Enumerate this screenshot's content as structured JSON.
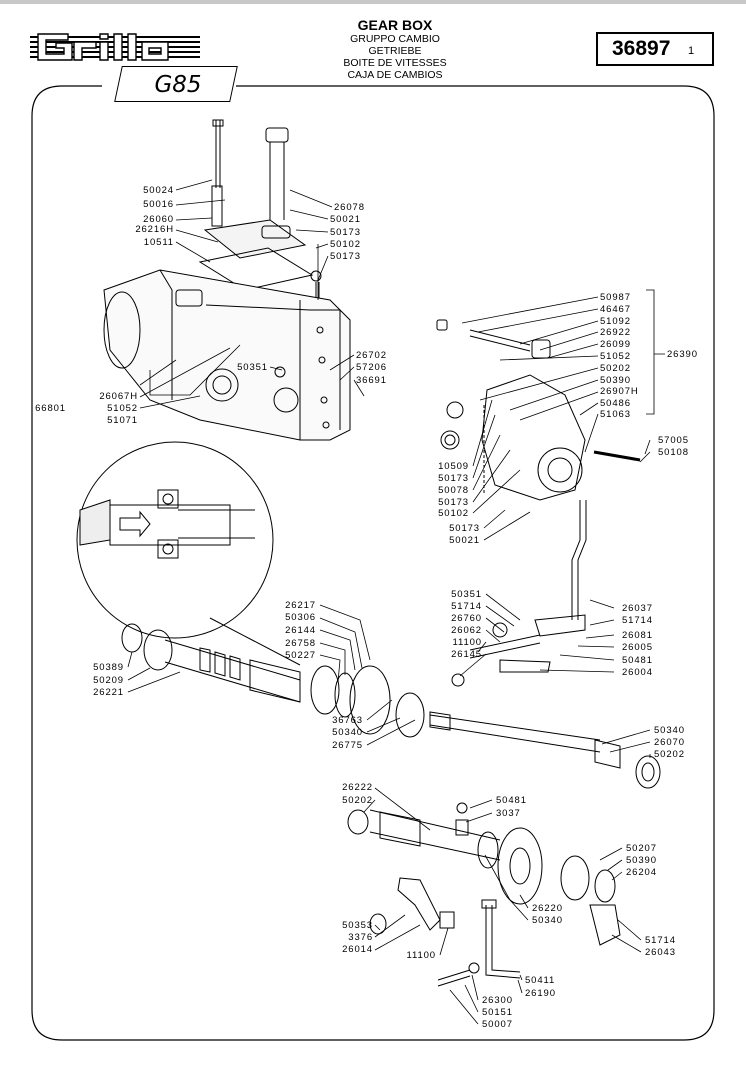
{
  "header": {
    "title": "GEAR BOX",
    "subtitles": [
      "GRUPPO CAMBIO",
      "GETRIEBE",
      "BOITE DE VITESSES",
      "CAJA DE CAMBIOS"
    ],
    "model": "G85",
    "code_number": "36897",
    "sheet": "1",
    "brand_logo": "Grillo"
  },
  "labels": {
    "50024": "50024",
    "50016": "50016",
    "26060": "26060",
    "26216H": "26216H",
    "10511": "10511",
    "26078": "26078",
    "50021a": "50021",
    "50173a": "50173",
    "50102a": "50102",
    "50173b": "50173",
    "50351a": "50351",
    "26067H": "26067H",
    "66801": "66801",
    "51052a": "51052",
    "51071": "51071",
    "26702": "26702",
    "57206": "57206",
    "36691": "36691",
    "50987": "50987",
    "46467": "46467",
    "51092": "51092",
    "26922": "26922",
    "26099": "26099",
    "51052b": "51052",
    "50202a": "50202",
    "50390a": "50390",
    "26907H": "26907H",
    "50486": "50486",
    "51063": "51063",
    "26390": "26390",
    "57005": "57005",
    "50108": "50108",
    "10509": "10509",
    "50173c": "50173",
    "50078": "50078",
    "50173d": "50173",
    "50102b": "50102",
    "50173e": "50173",
    "50021b": "50021",
    "26217": "26217",
    "50306": "50306",
    "26144": "26144",
    "26758": "26758",
    "50227": "50227",
    "50389": "50389",
    "50209": "50209",
    "26221": "26221",
    "50351b": "50351",
    "51714a": "51714",
    "26760": "26760",
    "26062": "26062",
    "11100a": "11100",
    "26145": "26145",
    "26037": "26037",
    "51714b": "51714",
    "26081": "26081",
    "26005": "26005",
    "50481a": "50481",
    "26004": "26004",
    "36763": "36763",
    "50340a": "50340",
    "26775": "26775",
    "50340b": "50340",
    "26070": "26070",
    "50202b": "50202",
    "26222": "26222",
    "50202c": "50202",
    "50481b": "50481",
    "3037": "3037",
    "50207": "50207",
    "50390b": "50390",
    "26204": "26204",
    "26220": "26220",
    "50340c": "50340",
    "50353": "50353",
    "3376": "3376",
    "26014": "26014",
    "11100b": "11100",
    "51714c": "51714",
    "26043": "26043",
    "50411": "50411",
    "26190": "26190",
    "26300": "26300",
    "50151": "50151",
    "50007": "50007"
  }
}
